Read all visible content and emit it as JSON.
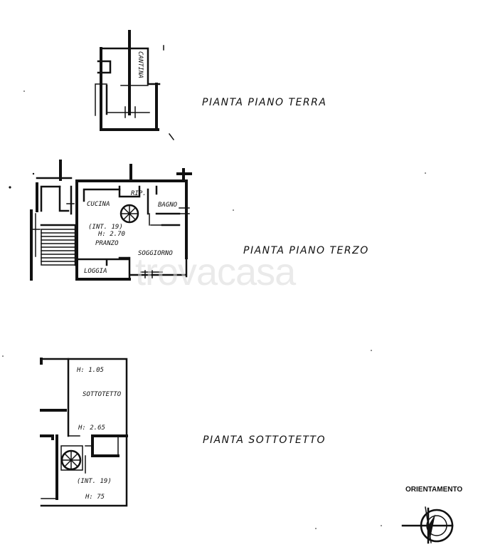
{
  "watermark": "trovacasa",
  "floors": [
    {
      "title": "PIANTA PIANO TERRA",
      "rooms": [
        "CANTINA"
      ]
    },
    {
      "title": "PIANTA PIANO TERZO",
      "rooms": [
        "CUCINA",
        "RIP.",
        "BAGNO",
        "(INT. 19)",
        "H: 2.70",
        "PRANZO",
        "SOGGIORNO",
        "LOGGIA"
      ]
    },
    {
      "title": "PIANTA SOTTOTETTO",
      "rooms": [
        "H: 1.05",
        "SOTTOTETTO",
        "H: 2.65",
        "(INT. 19)",
        "H: 75"
      ]
    }
  ],
  "orientation": {
    "label": "ORIENTAMENTO"
  }
}
